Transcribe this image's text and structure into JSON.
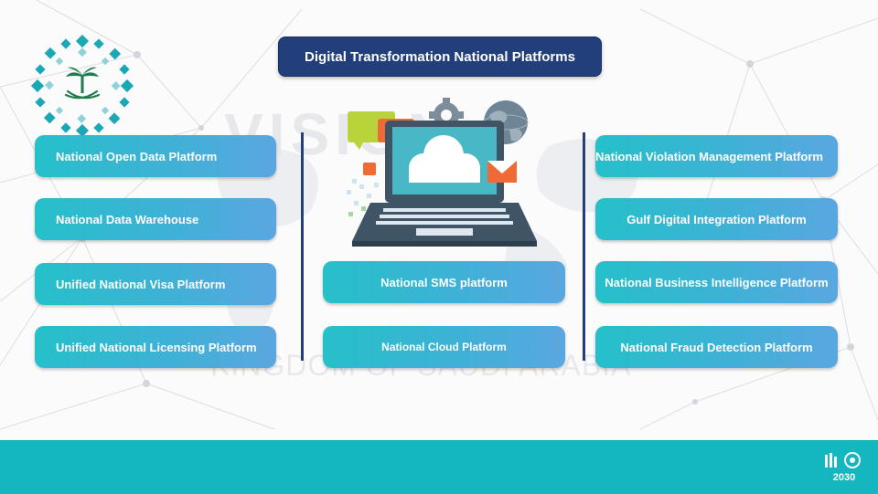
{
  "title": "Digital Transformation National Platforms",
  "left_column": [
    "National Open Data Platform",
    "National Data Warehouse",
    "Unified National Visa Platform",
    "Unified National Licensing Platform"
  ],
  "center_column": [
    "National SMS platform",
    "National Cloud Platform"
  ],
  "right_column": [
    "National Violation Management Platform",
    "Gulf Digital Integration Platform",
    "National Business Intelligence Platform",
    "National Fraud Detection Platform"
  ],
  "watermark": {
    "top": "VISION",
    "bottom": "KINGDOM OF SAUDI ARABIA"
  },
  "footer_logo": {
    "text": "2030"
  },
  "colors": {
    "title_bg": "#223f7c",
    "pill_start": "#25c0c9",
    "pill_end": "#5aa7e0",
    "divider": "#24407c",
    "footer": "#14b7c0",
    "logo_teal": "#1aa9b4"
  },
  "icons": [
    "national-emblem-icon",
    "laptop-cloud-icon",
    "chat-bubble-icon",
    "gear-icon",
    "globe-icon",
    "envelope-icon",
    "vision-2030-logo-icon"
  ]
}
